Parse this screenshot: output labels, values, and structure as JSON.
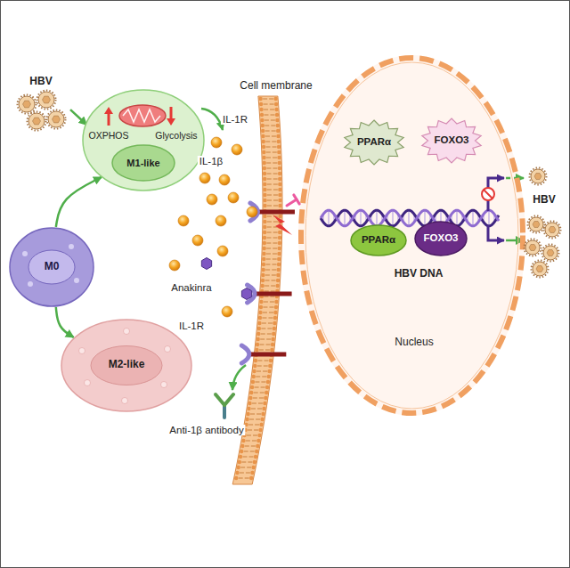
{
  "diagram": {
    "nodes": [
      {
        "text": [
          "HBV"
        ]
      },
      {
        "text": [
          "M0"
        ]
      },
      {
        "text": [
          "OXPHOS",
          "Glycolysis"
        ]
      },
      {
        "text": [
          "M1-like"
        ],
        "in": 2
      },
      {
        "text": [
          "M2-like"
        ]
      },
      {
        "text": [
          "HBV DNA",
          "Nucleus"
        ]
      },
      {
        "text": [
          "PPARα"
        ],
        "in": 5
      },
      {
        "text": [
          "FOXO3"
        ],
        "in": 5
      },
      {
        "text": [
          "PPARα"
        ],
        "in": 5
      },
      {
        "text": [
          "FOXO3"
        ],
        "in": 5
      },
      {
        "text": [
          "HBV"
        ]
      }
    ],
    "edges": [
      {
        "from": 0,
        "to": 2,
        "arrow": "to"
      },
      {
        "from": 1,
        "to": 2,
        "arrow": "to"
      },
      {
        "from": 1,
        "to": 4,
        "arrow": "to"
      },
      {
        "from": 5,
        "to": 10,
        "arrow": "to"
      },
      {
        "from": 5,
        "to": 10,
        "arrow": "to"
      }
    ],
    "labels": [
      "Cell membrane",
      "IL-1R",
      "IL-1β",
      "Anakinra",
      "IL-1R",
      "Anti-1β antibody"
    ]
  }
}
